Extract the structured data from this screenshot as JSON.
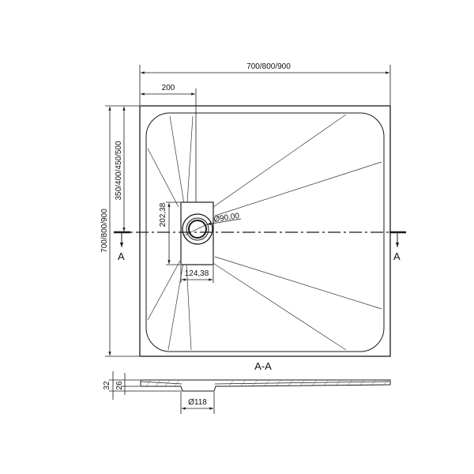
{
  "drawing": {
    "overall_width_label": "700/800/900",
    "overall_height_label": "700/800/900",
    "drain_offset_x_label": "200",
    "drain_offset_y_label": "350/400/450/500",
    "drain_box_height_label": "202,38",
    "drain_box_width_label": "124,38",
    "drain_diameter_label": "Ø90,00",
    "section_marker_left": "A",
    "section_marker_right": "A",
    "section_title": "A-A",
    "section_height_total_label": "32",
    "section_height_inner_label": "26",
    "section_drain_diameter_label": "Ø118"
  },
  "colors": {
    "line": "#1a1a1a",
    "background": "#ffffff"
  }
}
